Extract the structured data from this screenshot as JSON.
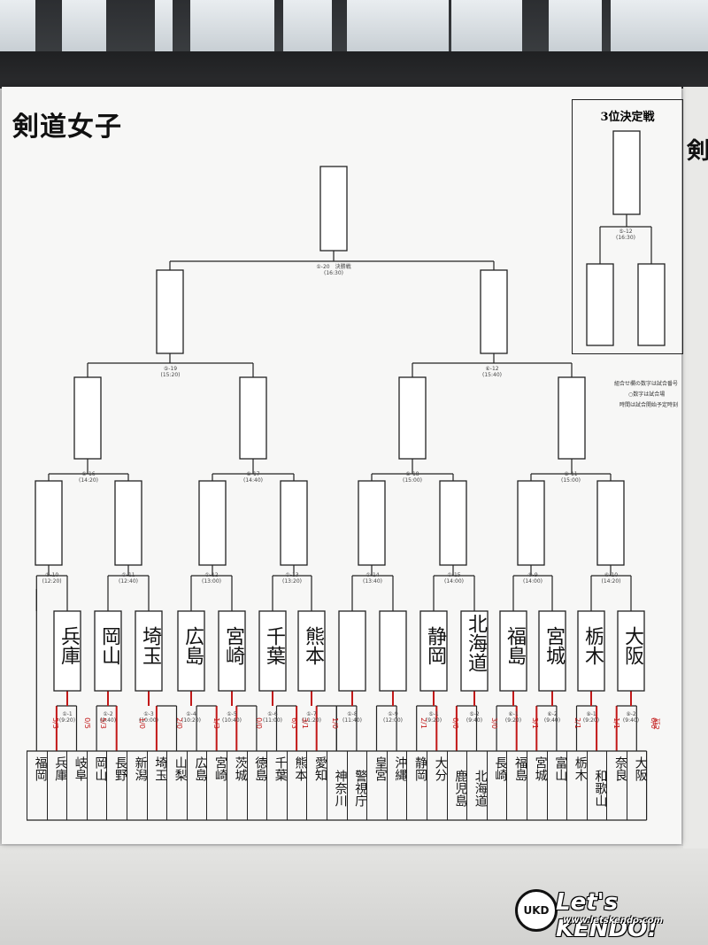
{
  "title": "剣道女子",
  "final": {
    "label": "①-20　決勝戦",
    "time": "(16:30)"
  },
  "third_place": {
    "title": "3位決定戦",
    "label": "⑤-12",
    "time": "(16:30)"
  },
  "notes": [
    "組合せ欄の数字は試合番号",
    "○数字は試合場",
    "時間は試合開始予定時刻"
  ],
  "semis": [
    {
      "label": "⑤-19",
      "time": "(15:20)"
    },
    {
      "label": "⑥-12",
      "time": "(15:40)"
    }
  ],
  "quarters": [
    {
      "label": "①-16",
      "time": "(14:20)"
    },
    {
      "label": "①-17",
      "time": "(14:40)"
    },
    {
      "label": "①-18",
      "time": "(15:00)"
    },
    {
      "label": "⑨-11",
      "time": "(15:00)"
    }
  ],
  "round3": [
    {
      "label": "①-10",
      "time": "(12:20)"
    },
    {
      "label": "①-11",
      "time": "(12:40)"
    },
    {
      "label": "①-12",
      "time": "(13:00)"
    },
    {
      "label": "①-13",
      "time": "(13:20)"
    },
    {
      "label": "①-14",
      "time": "(13:40)"
    },
    {
      "label": "①-15",
      "time": "(14:00)"
    },
    {
      "label": "⑤-9",
      "time": "(14:00)"
    },
    {
      "label": "⑥-10",
      "time": "(14:20)"
    }
  ],
  "round1": [
    {
      "label": "①-1",
      "time": "(9:20)"
    },
    {
      "label": "①-2",
      "time": "(9:40)"
    },
    {
      "label": "①-3",
      "time": "(10:00)"
    },
    {
      "label": "①-4",
      "time": "(10:20)"
    },
    {
      "label": "①-5",
      "time": "(10:40)"
    },
    {
      "label": "①-6",
      "time": "(11:00)"
    },
    {
      "label": "①-7",
      "time": "(11:20)"
    },
    {
      "label": "①-8",
      "time": "(11:40)"
    },
    {
      "label": "①-9",
      "time": "(12:00)"
    },
    {
      "label": "⑤-1",
      "time": "(9:20)"
    },
    {
      "label": "⑤-2",
      "time": "(9:40)"
    },
    {
      "label": "⑥-1",
      "time": "(9:20)"
    },
    {
      "label": "⑥-2",
      "time": "(9:40)"
    },
    {
      "label": "⑨-1",
      "time": "(9:20)"
    },
    {
      "label": "⑨-2",
      "time": "(9:40)"
    }
  ],
  "winners_round2": [
    "兵庫",
    "岡山",
    "埼玉",
    "広島",
    "宮崎",
    "千葉",
    "熊本",
    "",
    "",
    "静岡",
    "北海道",
    "福島",
    "宮城",
    "栃木",
    "大阪"
  ],
  "prefectures": [
    "福岡",
    "兵庫",
    "岐阜",
    "岡山",
    "長野",
    "新潟",
    "埼玉",
    "山梨",
    "広島",
    "宮崎",
    "茨城",
    "徳島",
    "千葉",
    "熊本",
    "愛知",
    "神奈川",
    "警視庁",
    "皇宮",
    "沖縄",
    "静岡",
    "大分",
    "鹿児島",
    "北海道",
    "長崎",
    "福島",
    "宮城",
    "富山",
    "栃木",
    "和歌山",
    "奈良",
    "大阪"
  ],
  "scores": [
    "5/3",
    "0/5",
    "5/3",
    "1/0",
    "2/0",
    "1/3",
    "0/0",
    "6/3",
    "3/1",
    "1/0",
    "2/1",
    "0/0",
    "3/0",
    "3/1",
    "2/1",
    "1/1",
    "0/0",
    "延2"
  ],
  "watermark": {
    "badge": "UKD",
    "brand": "Let's KENDO!",
    "url": "www.letskendo.com"
  },
  "edge_glyph": "剣"
}
